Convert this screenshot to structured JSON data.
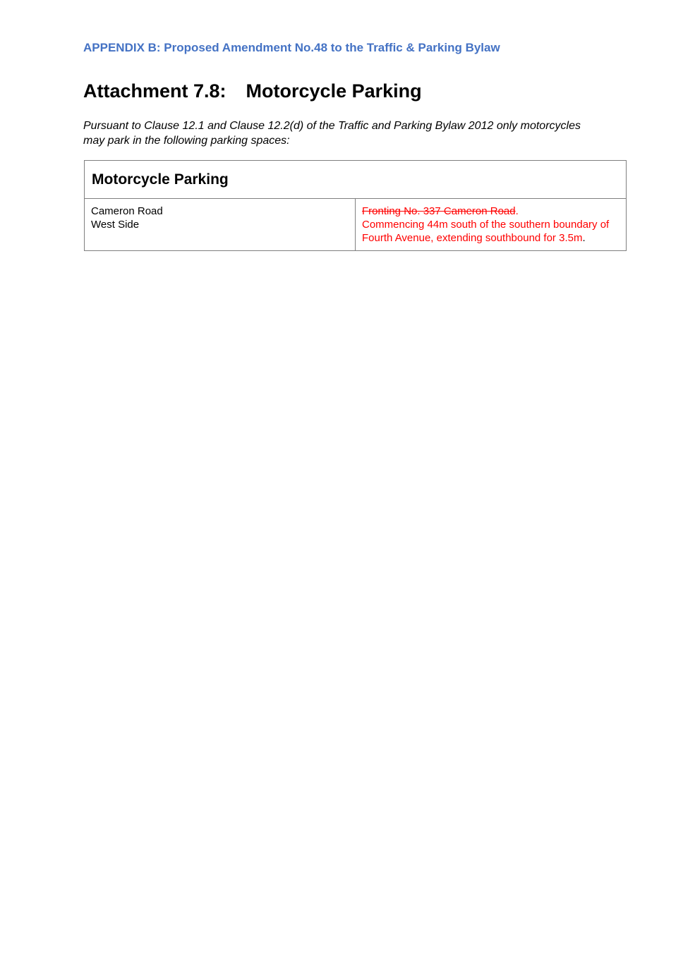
{
  "header": {
    "appendix_title": "APPENDIX B: Proposed Amendment No.48 to the Traffic & Parking Bylaw"
  },
  "attachment": {
    "number": "Attachment 7.8:",
    "name": "Motorcycle Parking"
  },
  "intro_text": "Pursuant to Clause 12.1 and Clause 12.2(d) of the Traffic and Parking Bylaw 2012 only motorcycles may park in the following parking spaces:",
  "table": {
    "heading": "Motorcycle Parking",
    "rows": [
      {
        "road": "Cameron Road",
        "side": "West Side",
        "deleted_text": "Fronting No. 337 Cameron Road",
        "deleted_suffix": ".",
        "added_text": "Commencing 44m south of the southern boundary of Fourth Avenue, extending southbound for 3.5m",
        "added_suffix": "."
      }
    ]
  },
  "colors": {
    "heading_blue": "#4472c4",
    "amendment_red": "#ff0000",
    "table_border": "#7f7f7f"
  }
}
